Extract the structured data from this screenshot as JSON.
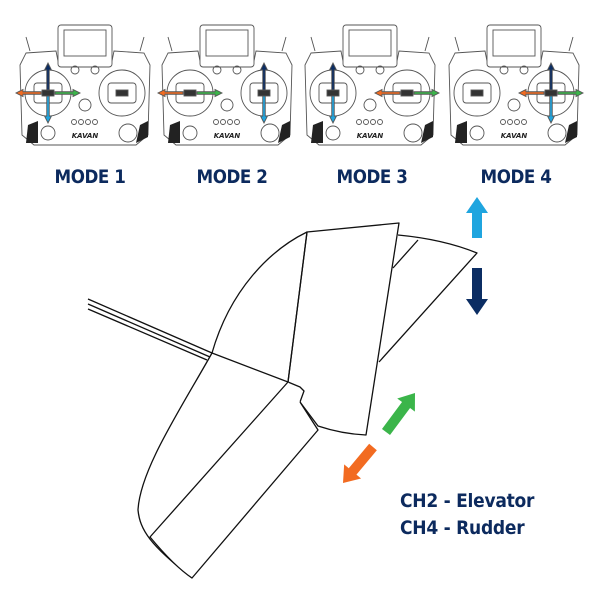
{
  "modes": [
    {
      "label": "MODE 1",
      "left_stick": [
        "up",
        "down",
        "left",
        "right"
      ],
      "right_stick": []
    },
    {
      "label": "MODE 2",
      "left_stick": [
        "left",
        "right"
      ],
      "right_stick": [
        "up",
        "down"
      ]
    },
    {
      "label": "MODE 3",
      "left_stick": [
        "up",
        "down"
      ],
      "right_stick": [
        "left",
        "right"
      ]
    },
    {
      "label": "MODE 4",
      "left_stick": [],
      "right_stick": [
        "up",
        "down",
        "left",
        "right"
      ]
    }
  ],
  "transmitter_brand": "KAVAN",
  "legend": {
    "ch2": "CH2 - Elevator",
    "ch4": "CH4 - Rudder"
  },
  "colors": {
    "up": "#0b2d63",
    "down": "#1fa5df",
    "left": "#f26b21",
    "right": "#3bb54a",
    "text": "#0c2a5e"
  }
}
